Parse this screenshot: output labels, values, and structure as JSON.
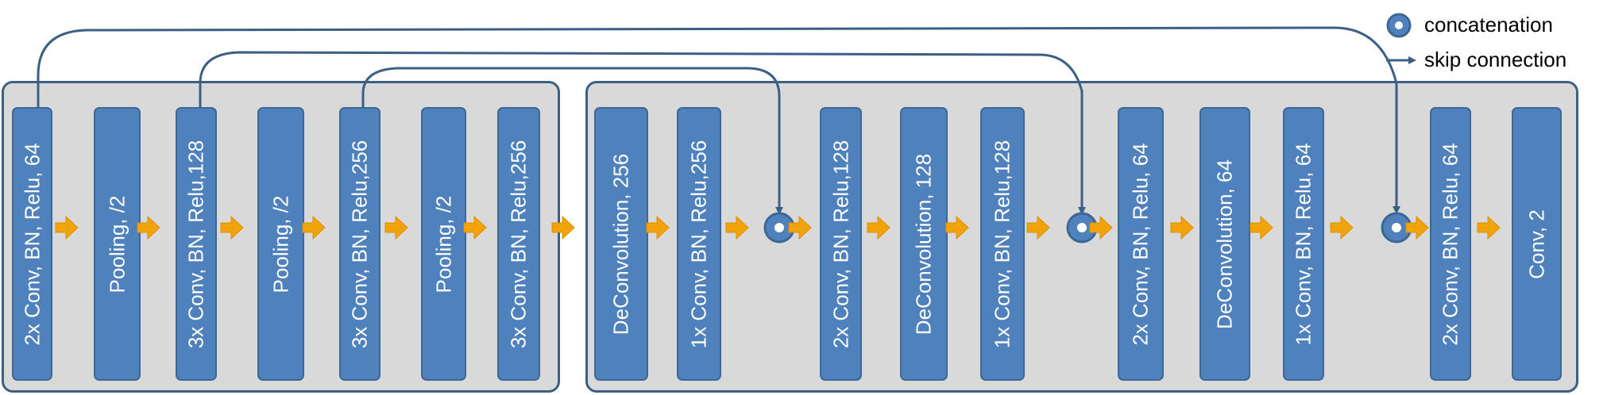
{
  "colors": {
    "panel_fill": "#d9d9d9",
    "panel_border": "#3b5f85",
    "block_fill": "#4f81bd",
    "arrow": "#f0a30a",
    "skip": "#3b5f85",
    "concat_fill": "#4f81bd"
  },
  "encoder": {
    "blocks": [
      "2x Conv, BN, Relu, 64",
      "Pooling, /2",
      "3x Conv, BN, Relu,128",
      "Pooling, /2",
      "3x Conv, BN, Relu,256",
      "Pooling, /2",
      "3x Conv, BN, Relu,256"
    ]
  },
  "decoder": {
    "blocks": [
      "DeConvolution, 256",
      "1x Conv, BN, Relu,256",
      "2x Conv, BN, Relu,128",
      "DeConvolution, 128",
      "1x Conv, BN, Relu,128",
      "2x Conv, BN, Relu, 64",
      "DeConvolution, 64",
      "1x Conv, BN, Relu, 64",
      "2x Conv, BN, Relu, 64",
      "Conv, 2"
    ]
  },
  "legend": {
    "concatenation": "concatenation",
    "skip_connection": "skip connection"
  }
}
